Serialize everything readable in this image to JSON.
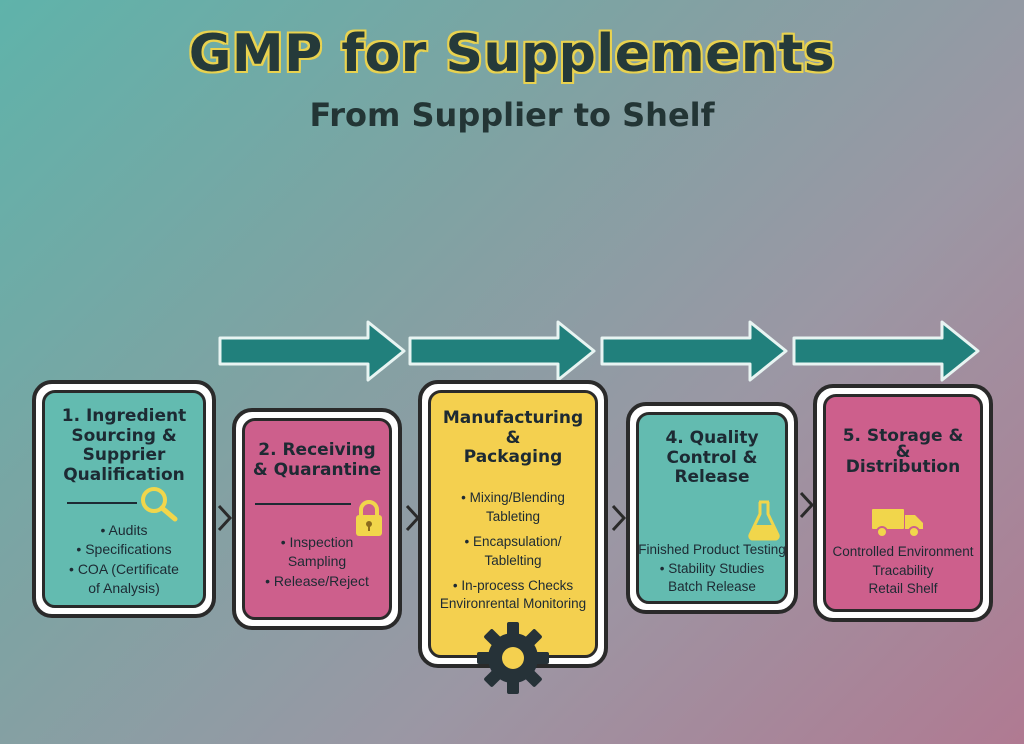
{
  "header": {
    "title": "GMP for Supplements",
    "subtitle": "From Supplier to Shelf"
  },
  "colors": {
    "teal": "#63bbb0",
    "pink": "#cd5f8c",
    "yellow": "#f4d04f",
    "arrow": "#21807c"
  },
  "steps": [
    {
      "title_lines": [
        "1. Ingredient",
        "Sourcing &",
        "Supprier",
        "Qualification"
      ],
      "icon": "magnifier-icon",
      "bullets": [
        "• Audits",
        "• Specifications",
        "• COA (Certificate",
        "of Analysis)"
      ]
    },
    {
      "title_lines": [
        "2. Receiving",
        "& Quarantine"
      ],
      "icon": "padlock-icon",
      "bullets": [
        "• Inspection",
        "Sampling",
        "• Release/Reject"
      ]
    },
    {
      "title_lines": [
        "Manufacturing",
        "&",
        "Packaging"
      ],
      "icon": "gear-icon",
      "bullets": [
        "• Mixing/Blending",
        "Tableting",
        "• Encapsulation/",
        "Tablelting",
        "• In-process Checks",
        "Environrental Monitoring"
      ]
    },
    {
      "title_lines": [
        "4. Quality",
        "Control &",
        "Release"
      ],
      "icon": "flask-icon",
      "bullets": [
        "Finished Product Testing",
        "• Stability Studies",
        "Batch Release"
      ]
    },
    {
      "title_lines": [
        "5. Storage &",
        "&",
        "Distribution"
      ],
      "icon": "truck-icon",
      "bullets": [
        "Controlled Environment",
        "Tracability",
        "Retail Shelf"
      ]
    }
  ]
}
